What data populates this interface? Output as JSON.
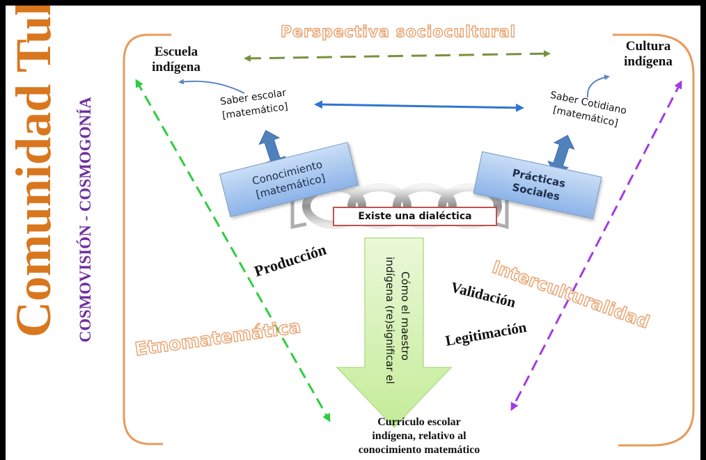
{
  "title": {
    "main": "Comunidad Tule",
    "sub": "COSMOVISIÓN - COSMOGONÍA"
  },
  "arrows": {
    "top_label": "Perspectiva sociocultural",
    "left_diagonal_label": "Etnomatemática",
    "right_diagonal_label": "Interculturalidad"
  },
  "nodes": {
    "escuela": [
      "Escuela",
      "indígena"
    ],
    "cultura": [
      "Cultura",
      "indígena"
    ],
    "saber_escolar": [
      "Saber escolar",
      "[matemático]"
    ],
    "saber_cotidiano": [
      "Saber Cotidiano",
      "[matemático]"
    ],
    "conocimiento": [
      "Conocimiento",
      "[matemático]"
    ],
    "practicas": [
      "Prácticas",
      "Sociales"
    ],
    "dialectica": "Existe una dialéctica",
    "central_arrow": [
      "Cómo el maestro",
      "indígena (re)significar el"
    ],
    "curriculo": [
      "Currículo escolar",
      "indígena, relativo al",
      "conocimiento matemático"
    ]
  },
  "process_words": {
    "produccion": "Producción",
    "validacion": "Validación",
    "legitimacion": "Legitimación"
  },
  "colors": {
    "frame_border": "#000000",
    "bracket": "#e89a5a",
    "title_orange": "#d9771e",
    "subtitle_purple": "#7030a0",
    "blue_arrow": "#2e75d0",
    "green_dashed": "#2ecc40",
    "olive_dashed": "#76923c",
    "purple_dashed": "#a33be0",
    "box_fill": "#a9c8f0",
    "box_border": "#6f94c8",
    "dialectica_border": "#c0504d",
    "central_arrow_fill": "#d6f2b0"
  }
}
